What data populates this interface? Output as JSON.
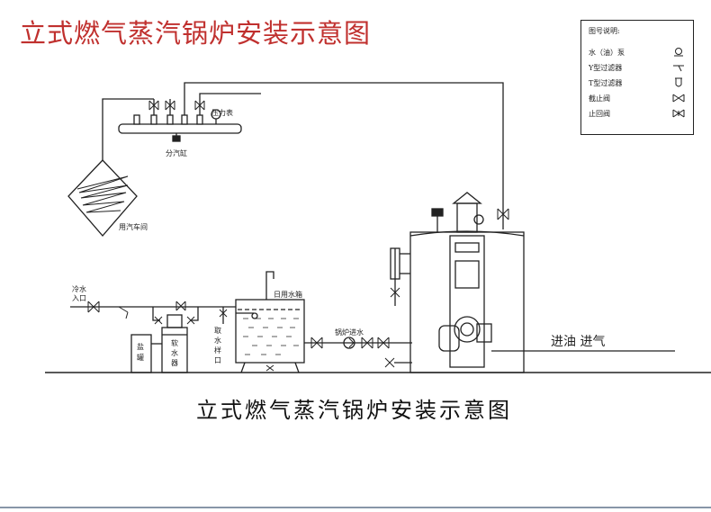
{
  "title": "立式燃气蒸汽锅炉安装示意图",
  "caption": "立式燃气蒸汽锅炉安装示意图",
  "legend": {
    "title": "图号说明:",
    "items": [
      {
        "label": "水（油）泵",
        "icon": "pump-symbol"
      },
      {
        "label": "Y型过滤器",
        "icon": "y-filter-symbol"
      },
      {
        "label": "T型过滤器",
        "icon": "t-filter-symbol"
      },
      {
        "label": "截止阀",
        "icon": "globe-valve-symbol"
      },
      {
        "label": "止回阀",
        "icon": "check-valve-symbol"
      }
    ]
  },
  "labels": {
    "pressure_gauge": "压力表",
    "steam_header": "分汽缸",
    "steam_user": "用汽车间",
    "cold_water_in": [
      "冷水",
      "入口"
    ],
    "salt_tank": [
      "盐",
      "罐"
    ],
    "softener": [
      "软",
      "水",
      "器"
    ],
    "sample_port": [
      "取",
      "水",
      "样",
      "口"
    ],
    "water_tank": "日用水箱",
    "boiler_feed": "锅炉进水",
    "fuel_gas_in": "进油 进气"
  }
}
